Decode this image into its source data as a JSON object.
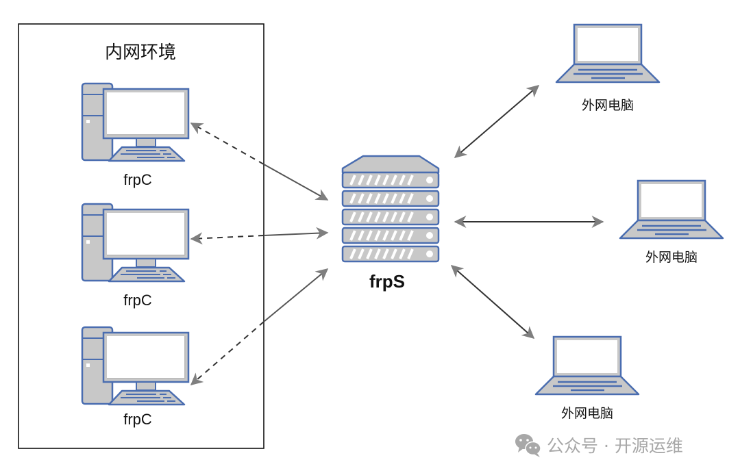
{
  "diagram": {
    "title": "frp 内网穿透架构示意",
    "intranet_box": {
      "label": "内网环境"
    },
    "clients": [
      {
        "label": "frpC",
        "type": "desktop-pc"
      },
      {
        "label": "frpC",
        "type": "desktop-pc"
      },
      {
        "label": "frpC",
        "type": "desktop-pc"
      }
    ],
    "server": {
      "label": "frpS",
      "type": "server-rack",
      "units": 5
    },
    "external": [
      {
        "label": "外网电脑",
        "type": "laptop"
      },
      {
        "label": "外网电脑",
        "type": "laptop"
      },
      {
        "label": "外网电脑",
        "type": "laptop"
      }
    ],
    "connections": [
      {
        "from": "clients.0",
        "to": "server",
        "style": "dashed-then-solid",
        "direction": "both"
      },
      {
        "from": "clients.1",
        "to": "server",
        "style": "dashed-then-solid",
        "direction": "both"
      },
      {
        "from": "clients.2",
        "to": "server",
        "style": "dashed-then-solid",
        "direction": "both"
      },
      {
        "from": "server",
        "to": "external.0",
        "style": "solid",
        "direction": "both"
      },
      {
        "from": "server",
        "to": "external.1",
        "style": "solid",
        "direction": "both"
      },
      {
        "from": "server",
        "to": "external.2",
        "style": "solid",
        "direction": "both"
      }
    ]
  },
  "watermark": {
    "icon": "wechat-icon",
    "text": "公众号 · 开源运维"
  },
  "colors": {
    "device_outline": "#4a6db0",
    "device_fill": "#c8c8c8",
    "screen_fill": "#ffffff",
    "arrow": "#808080",
    "line": "#404040",
    "box_border": "#111111",
    "watermark": "#a8a8a8"
  }
}
